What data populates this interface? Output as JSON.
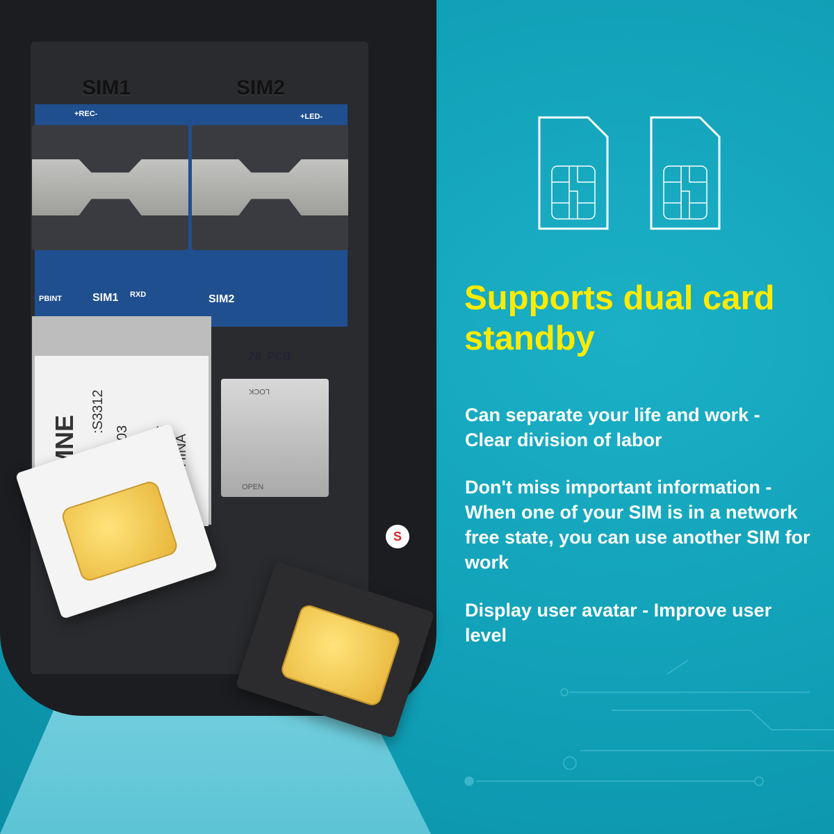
{
  "headline": "Supports dual card standby",
  "features": [
    "Can separate your life and work - Clear division of labor",
    "Don't miss important information - When one of your SIM is in a network free state, you can use another SIM for work",
    "Display user avatar - Improve user level"
  ],
  "phone_labels": {
    "slot1_embossed": "SIM1",
    "slot2_embossed": "SIM2",
    "rec": "+REC-",
    "led": "+LED-",
    "pbint": "PBINT",
    "sim1": "SIM1",
    "rxd": "RXD",
    "sim2": "SIM2",
    "pcb": "Z8_PCB",
    "lock": "LOCK",
    "open": "OPEN",
    "brand": "SAMNE",
    "model": ":S3312",
    "code1": "871716603",
    "code2": "871767606",
    "origin": "IN CHINA",
    "badge": "S"
  },
  "colors": {
    "background": "#11a3b9",
    "headline": "#ffeb00",
    "text": "#ffffff"
  }
}
